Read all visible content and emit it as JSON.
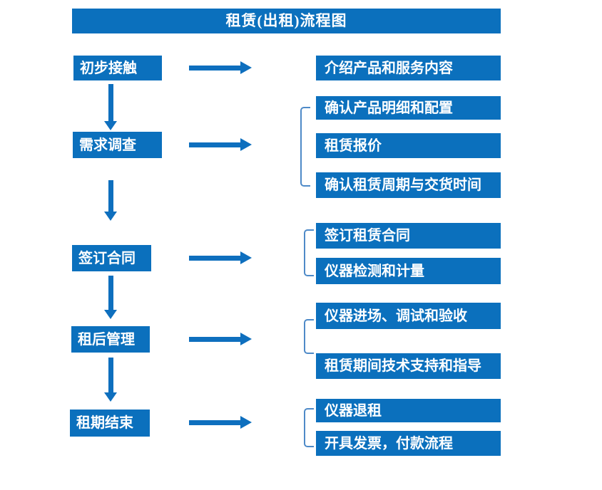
{
  "title": "租赁(出租)流程图",
  "colors": {
    "box_blue": "#0B70BD",
    "arrow_blue": "#0E6FBE",
    "bracket_blue": "#4E8AC8",
    "text_white": "#FFFFFF"
  },
  "steps": [
    {
      "label": "初步接触",
      "details": [
        "介绍产品和服务内容"
      ]
    },
    {
      "label": "需求调查",
      "details": [
        "确认产品明细和配置",
        "租赁报价",
        "确认租赁周期与交货时间"
      ]
    },
    {
      "label": "签订合同",
      "details": [
        "签订租赁合同",
        "仪器检测和计量"
      ]
    },
    {
      "label": "租后管理",
      "details": [
        "仪器进场、调试和验收",
        "租赁期间技术支持和指导"
      ]
    },
    {
      "label": "租期结束",
      "details": [
        "仪器退租",
        "开具发票，付款流程"
      ]
    }
  ]
}
